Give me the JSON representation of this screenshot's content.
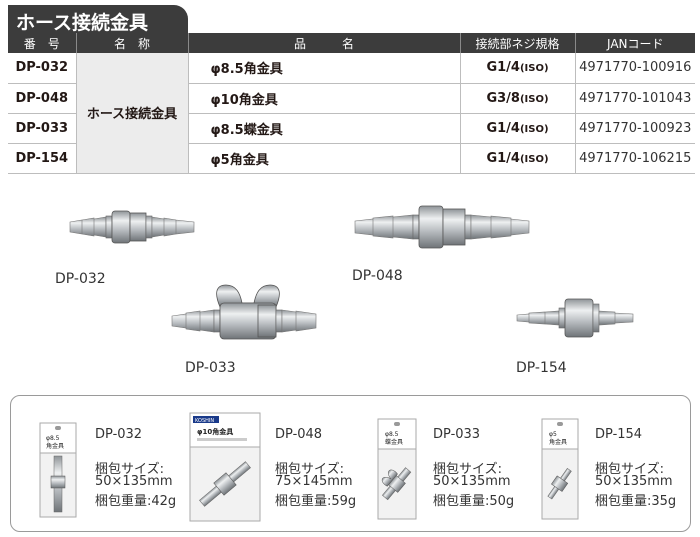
{
  "title": "ホース接続金具",
  "table": {
    "headers": [
      "番　号",
      "名　称",
      "品　　　名",
      "接続部ネジ規格",
      "JANコード"
    ],
    "group_name": "ホース接続金具",
    "rows": [
      {
        "code": "DP-032",
        "product": "φ8.5角金具",
        "thread": "G1/4",
        "thread_std": "(ISO)",
        "jan": "4971770-100916"
      },
      {
        "code": "DP-048",
        "product": "φ10角金具",
        "thread": "G3/8",
        "thread_std": "(ISO)",
        "jan": "4971770-101043"
      },
      {
        "code": "DP-033",
        "product": "φ8.5蝶金具",
        "thread": "G1/4",
        "thread_std": "(ISO)",
        "jan": "4971770-100923"
      },
      {
        "code": "DP-154",
        "product": "φ5角金具",
        "thread": "G1/4",
        "thread_std": "(ISO)",
        "jan": "4971770-106215"
      }
    ]
  },
  "photo_labels": [
    "DP-032",
    "DP-048",
    "DP-033",
    "DP-154"
  ],
  "packages": [
    {
      "code": "DP-032",
      "size_label": "梱包サイズ:",
      "size": "50×135mm",
      "weight": "梱包重量:42g",
      "card_text": "φ8.5\n角金具"
    },
    {
      "code": "DP-048",
      "size_label": "梱包サイズ:",
      "size": "75×145mm",
      "weight": "梱包重量:59g",
      "card_text": "φ10角金具",
      "brand": "KOSHIN"
    },
    {
      "code": "DP-033",
      "size_label": "梱包サイズ:",
      "size": "50×135mm",
      "weight": "梱包重量:50g",
      "card_text": "φ8.5\n蝶金具"
    },
    {
      "code": "DP-154",
      "size_label": "梱包サイズ:",
      "size": "50×135mm",
      "weight": "梱包重量:35g",
      "card_text": "φ5\n角金具"
    }
  ],
  "colors": {
    "header_bg": "#3c3c3c",
    "name_cell_bg": "#ececec",
    "border": "#bdbdbd",
    "metal": "#b8bcc0"
  }
}
